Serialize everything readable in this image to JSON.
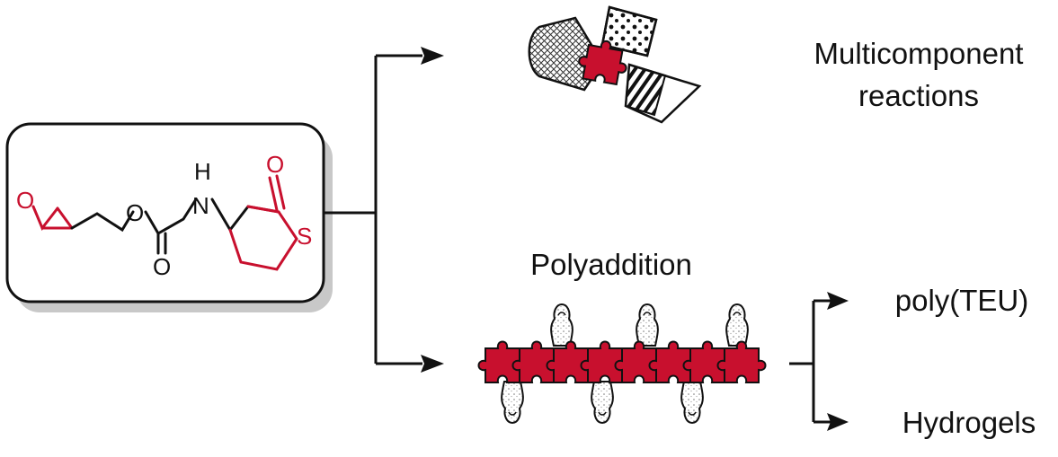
{
  "molecule": {
    "atoms": {
      "epoxide_o": "O",
      "ester_o": "O",
      "carbonyl_o": "O",
      "amine_n": "N",
      "amine_h": "H",
      "lactone_o": "O",
      "ring_s": "S"
    }
  },
  "labels": {
    "multicomponent": [
      "Multicomponent",
      "reactions"
    ],
    "polyaddition": "Polyaddition",
    "poly_teu": "poly(TEU)",
    "hydrogels": "Hydrogels"
  },
  "colors": {
    "accent_red": "#c8102e",
    "line": "#111111",
    "panel_shadow": "#c8c8c8"
  },
  "icons": {
    "multicomponent": "puzzle-pieces-icon",
    "polyaddition": "puzzle-chain-icon"
  }
}
